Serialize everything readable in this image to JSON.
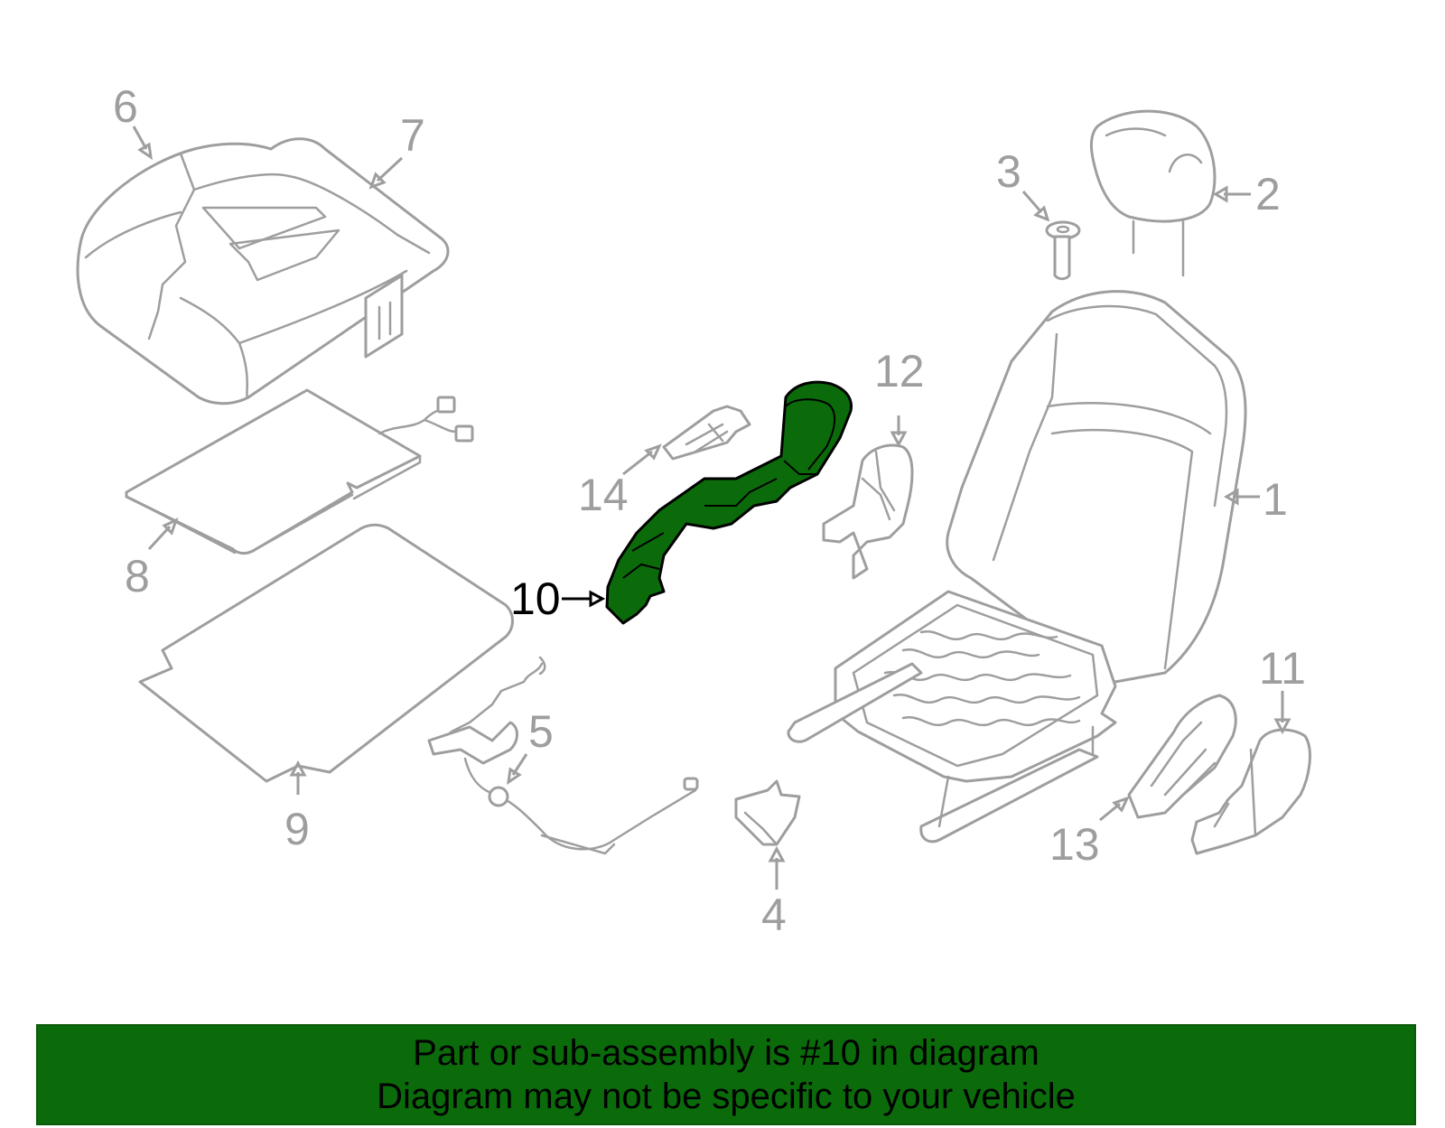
{
  "highlight_color": "#0b6b0b",
  "part_color": "#9e9e9e",
  "highlighted_part": "10",
  "callouts": [
    "1",
    "2",
    "3",
    "4",
    "5",
    "6",
    "7",
    "8",
    "9",
    "10",
    "11",
    "12",
    "13",
    "14"
  ],
  "banner": {
    "line1": "Part or sub-assembly is #10 in diagram",
    "line2": "Diagram may not be specific to your vehicle"
  }
}
